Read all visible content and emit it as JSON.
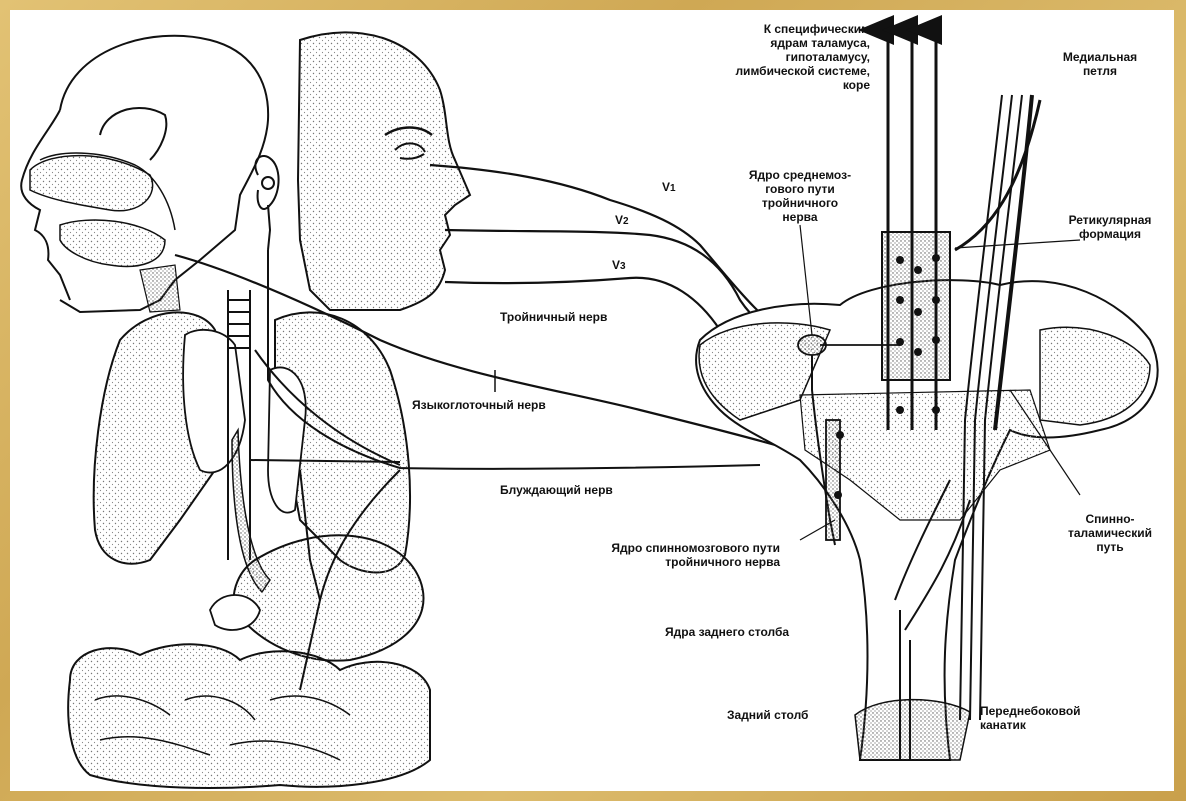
{
  "labels": {
    "thalamus_top": [
      "К специфическим",
      "ядрам таламуса,",
      "гипоталамусу,",
      "лимбической системе,",
      "коре"
    ],
    "medial_lemniscus": [
      "Медиальная",
      "петля"
    ],
    "mesencephalic_nucleus": [
      "Ядро среднемоз-",
      "гового пути",
      "тройничного",
      "нерва"
    ],
    "reticular_formation": [
      "Ретикулярная",
      "формация"
    ],
    "trigeminal_nerve": "Тройничный нерв",
    "glossopharyngeal_nerve": "Языкоглоточный нерв",
    "vagus_nerve": "Блуждающий нерв",
    "spinal_nucleus": [
      "Ядро спинномозгового пути",
      "тройничного нерва"
    ],
    "spinothalamic_tract": [
      "Спинно-",
      "таламический",
      "путь"
    ],
    "dorsal_column_nuclei": "Ядра заднего столба",
    "dorsal_column": "Задний столб",
    "anterolateral_funiculus": [
      "Переднебоковой",
      "канатик"
    ],
    "v1": "V",
    "v2": "V",
    "v3": "V",
    "v1_sub": "1",
    "v2_sub": "2",
    "v3_sub": "3"
  },
  "colors": {
    "frame": "#d8b463",
    "ink": "#111111",
    "stipple": "#9a9a9a"
  }
}
